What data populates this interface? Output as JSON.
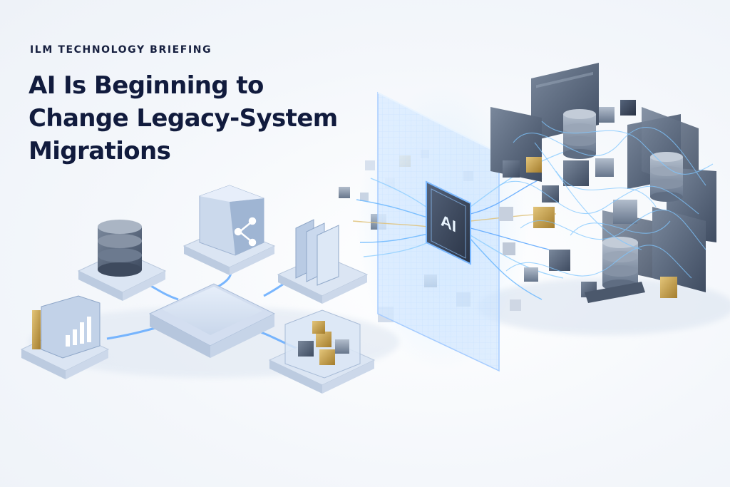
{
  "eyebrow": "ILM TECHNOLOGY BRIEFING",
  "headline": {
    "line1": "AI Is Beginning to",
    "line2": "Change Legacy-System",
    "line3": "Migrations"
  },
  "ai_chip": {
    "label": "AI"
  },
  "icons": {
    "left_database": "database-icon",
    "share_cube": "share-icon",
    "documents": "documents-icon",
    "bar_chart": "bar-chart-icon",
    "cube_cluster": "cube-cluster-icon",
    "hub": "hub-platform-icon",
    "legacy_servers": "server-rack-icon"
  },
  "colors": {
    "headline": "#111b3d",
    "accent_blue": "#4a90e2",
    "glow_cyan": "#7fc6ff",
    "gold": "#c9a24a",
    "steel": "#5b6b82"
  }
}
